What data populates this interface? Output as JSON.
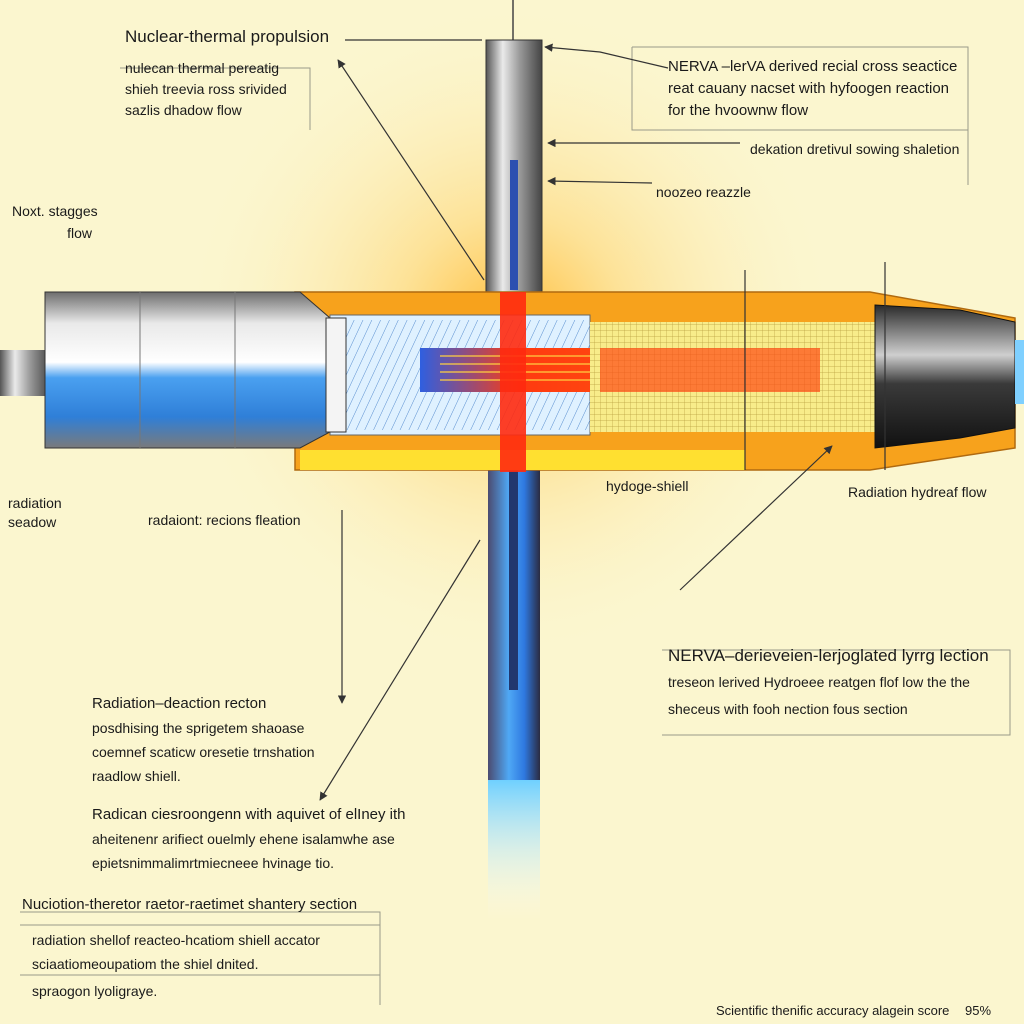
{
  "title": "Nuclear-thermal propulsion",
  "top_left_note": [
    "nulecan thermal pereatig",
    "shieh treevia ross srivided",
    "sazlis dhadow flow"
  ],
  "top_right_note": [
    "NERVA –lerVA derived recial cross seactice",
    "reat cauany nacset with hyfoogen reaction",
    "for the hvoownw flow"
  ],
  "right_labels": {
    "shielding": "dekation dretivul sowing shaletion",
    "nozzle": "noozeo reazzle"
  },
  "left_labels": {
    "next_stages": [
      "Noxt. stagges",
      "flow"
    ],
    "radiation_shadow": [
      "radiation",
      "seadow"
    ],
    "reactions": "radaiont: recions fleation"
  },
  "mid_labels": {
    "hydrogen_shield": "hydoge-shiell",
    "radiation_flow": "Radiation hydreaf flow"
  },
  "section_right": {
    "heading": "NERVA–derieveien-lerjoglated lyrrg lection",
    "lines": [
      "treseon lerived Hydroeee reatgen flof low the the",
      "sheceus with fooh nection fous section"
    ]
  },
  "block_reaction": {
    "heading": "Radiation–deaction recton",
    "lines": [
      "posdhising the sprigetem shaoase",
      "coemnef scaticw oresetie trnshation",
      "raadlow shiell."
    ]
  },
  "block_cies": {
    "lines": [
      "Radican ciesroongenn with aquivet of elIney ith",
      "aheitenenr arifiect ouelmly ehene isalamwhe ase",
      "epietsnimmalimrtmiecneee hvinage tio."
    ]
  },
  "block_section": {
    "heading": "Nuciotion-theretor raetor-raetimet shantery section",
    "lines": [
      "radiation shellof reacteo-hcatiom shiell accator",
      "sciaatiomeoupatiom the shiel dnited.",
      "spraogon lyoligraye."
    ]
  },
  "footer": {
    "label": "Scientific thenific accuracy alagein score",
    "value": "95%"
  },
  "colors": {
    "background": "#fbf6cf",
    "casing": "#f7a21c",
    "coolant": "#3f8fe8",
    "core": "#ff2a10",
    "shield_grid": "#f5e86a"
  }
}
